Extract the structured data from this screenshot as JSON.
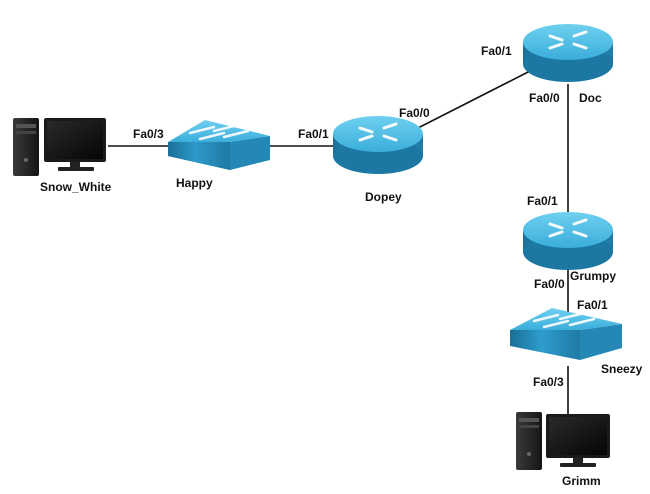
{
  "colors": {
    "device_light": "#5fc3e6",
    "device_mid": "#2e9ccc",
    "device_dark": "#1a6f97",
    "link": "#111111",
    "pc_body": "#2b2b2b",
    "pc_screen": "#0d0d0d"
  },
  "devices": {
    "snow_white": {
      "name": "Snow_White",
      "icon": "pc-icon"
    },
    "happy": {
      "name": "Happy",
      "icon": "switch-icon"
    },
    "dopey": {
      "name": "Dopey",
      "icon": "router-icon"
    },
    "doc": {
      "name": "Doc",
      "icon": "router-icon"
    },
    "grumpy": {
      "name": "Grumpy",
      "icon": "router-icon"
    },
    "sneezy": {
      "name": "Sneezy",
      "icon": "switch-icon"
    },
    "grimm": {
      "name": "Grimm",
      "icon": "pc-icon"
    }
  },
  "links": [
    {
      "a": "Snow_White",
      "b": "Happy",
      "b_port": "Fa0/3"
    },
    {
      "a": "Happy",
      "b": "Dopey",
      "b_port": "Fa0/1"
    },
    {
      "a": "Dopey",
      "a_port": "Fa0/0",
      "b": "Doc",
      "b_port": "Fa0/1"
    },
    {
      "a": "Doc",
      "a_port": "Fa0/0",
      "b": "Grumpy",
      "b_port": "Fa0/1"
    },
    {
      "a": "Grumpy",
      "a_port": "Fa0/0",
      "b": "Sneezy",
      "b_port": "Fa0/1"
    },
    {
      "a": "Sneezy",
      "a_port": "Fa0/3",
      "b": "Grimm"
    }
  ]
}
